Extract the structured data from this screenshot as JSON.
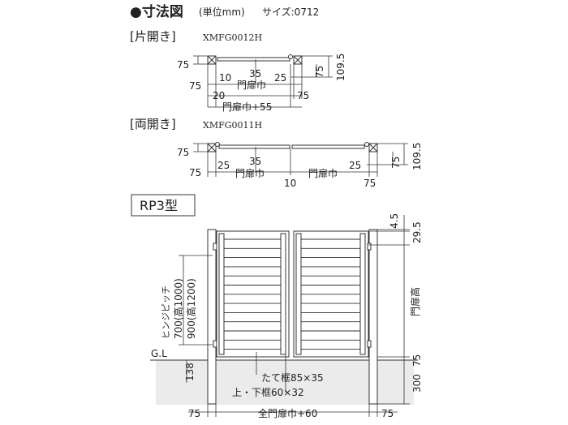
{
  "header": {
    "title": "●寸法図",
    "unit": "(単位mm)",
    "size_label": "サイズ:0712"
  },
  "single": {
    "heading": "[片開き]",
    "model": "XMFG0012H",
    "dims": {
      "d75_left_h": "75",
      "d75_left_bottom": "75",
      "d10": "10",
      "d35": "35",
      "d25": "25",
      "d75_right_h": "75",
      "d109_5": "109.5",
      "d20": "20",
      "leaf": "門扉巾",
      "d75_right_bottom": "75",
      "overall": "門扉巾+55"
    }
  },
  "double": {
    "heading": "[両開き]",
    "model": "XMFG0011H",
    "dims": {
      "d75_left_h": "75",
      "d75_left_bottom": "75",
      "d25_left": "25",
      "d35": "35",
      "leaf_left": "門扉巾",
      "d10": "10",
      "leaf_right": "門扉巾",
      "d25_right": "25",
      "d75_right_bottom": "75",
      "d75_right_h": "75",
      "d109_5": "109.5"
    }
  },
  "rp3": {
    "badge": "RP3型",
    "labels": {
      "d4_5": "4.5",
      "d29_5": "29.5",
      "door_height": "門扉高",
      "hinge_pitch": "ヒンジピッチ",
      "h700": "700(高1000)",
      "h900": "900(高1200)",
      "gl": "G.L",
      "d138": "138",
      "d75_right": "75",
      "d300": "300",
      "tate": "たて框85×35",
      "uekamachi": "上・下框60×32",
      "d75_bl": "75",
      "overall": "全門扉巾+60",
      "d75_br": "75"
    }
  }
}
